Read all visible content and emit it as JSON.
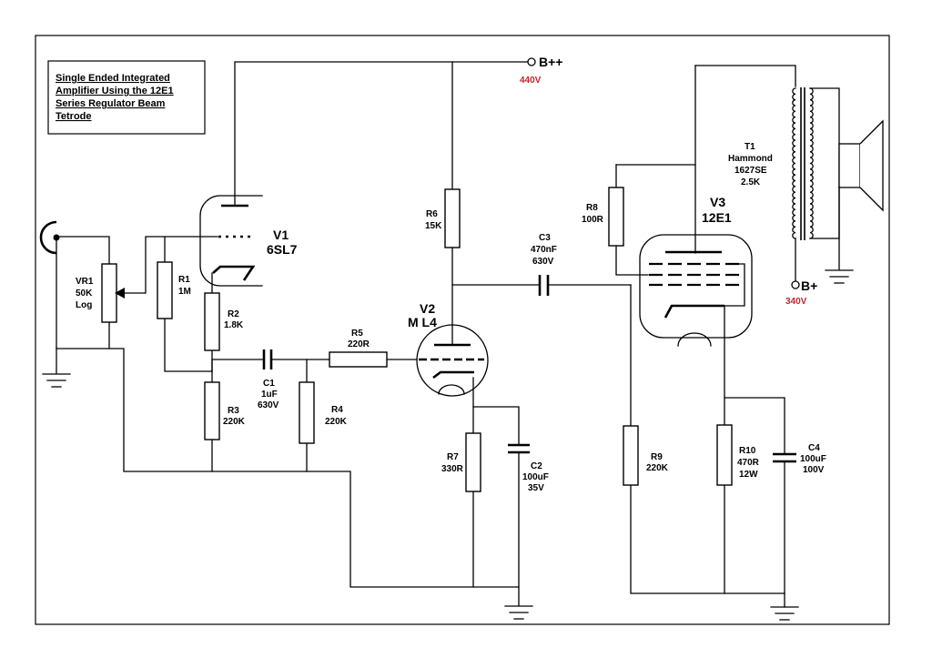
{
  "title": {
    "lines": [
      "Single Ended Integrated",
      "Amplifier Using the 12E1",
      "Series Regulator  Beam",
      "Tetrode"
    ]
  },
  "rails": {
    "bpp_label": "B++",
    "bpp_voltage": "440V",
    "bp_label": "B+",
    "bp_voltage": "340V"
  },
  "tubes": {
    "v1_name": "V1",
    "v1_type": "6SL7",
    "v2_name": "V2",
    "v2_type": "M L4",
    "v3_name": "V3",
    "v3_type": "12E1"
  },
  "transformer": {
    "lines": [
      "T1",
      "Hammond",
      "1627SE",
      "2.5K"
    ]
  },
  "components": {
    "vr1": [
      "VR1",
      "50K",
      "Log"
    ],
    "r1": [
      "R1",
      "1M"
    ],
    "r2": [
      "R2",
      "1.8K"
    ],
    "r3": [
      "R3",
      "220K"
    ],
    "r4": [
      "R4",
      "220K"
    ],
    "r5": [
      "R5",
      "220R"
    ],
    "r6": [
      "R6",
      "15K"
    ],
    "r7": [
      "R7",
      "330R"
    ],
    "r8": [
      "R8",
      "100R"
    ],
    "r9": [
      "R9",
      "220K"
    ],
    "r10": [
      "R10",
      "470R",
      "12W"
    ],
    "c1": [
      "C1",
      "1uF",
      "630V"
    ],
    "c2": [
      "C2",
      "100uF",
      "35V"
    ],
    "c3": [
      "C3",
      "470nF",
      "630V"
    ],
    "c4": [
      "C4",
      "100uF",
      "100V"
    ]
  }
}
